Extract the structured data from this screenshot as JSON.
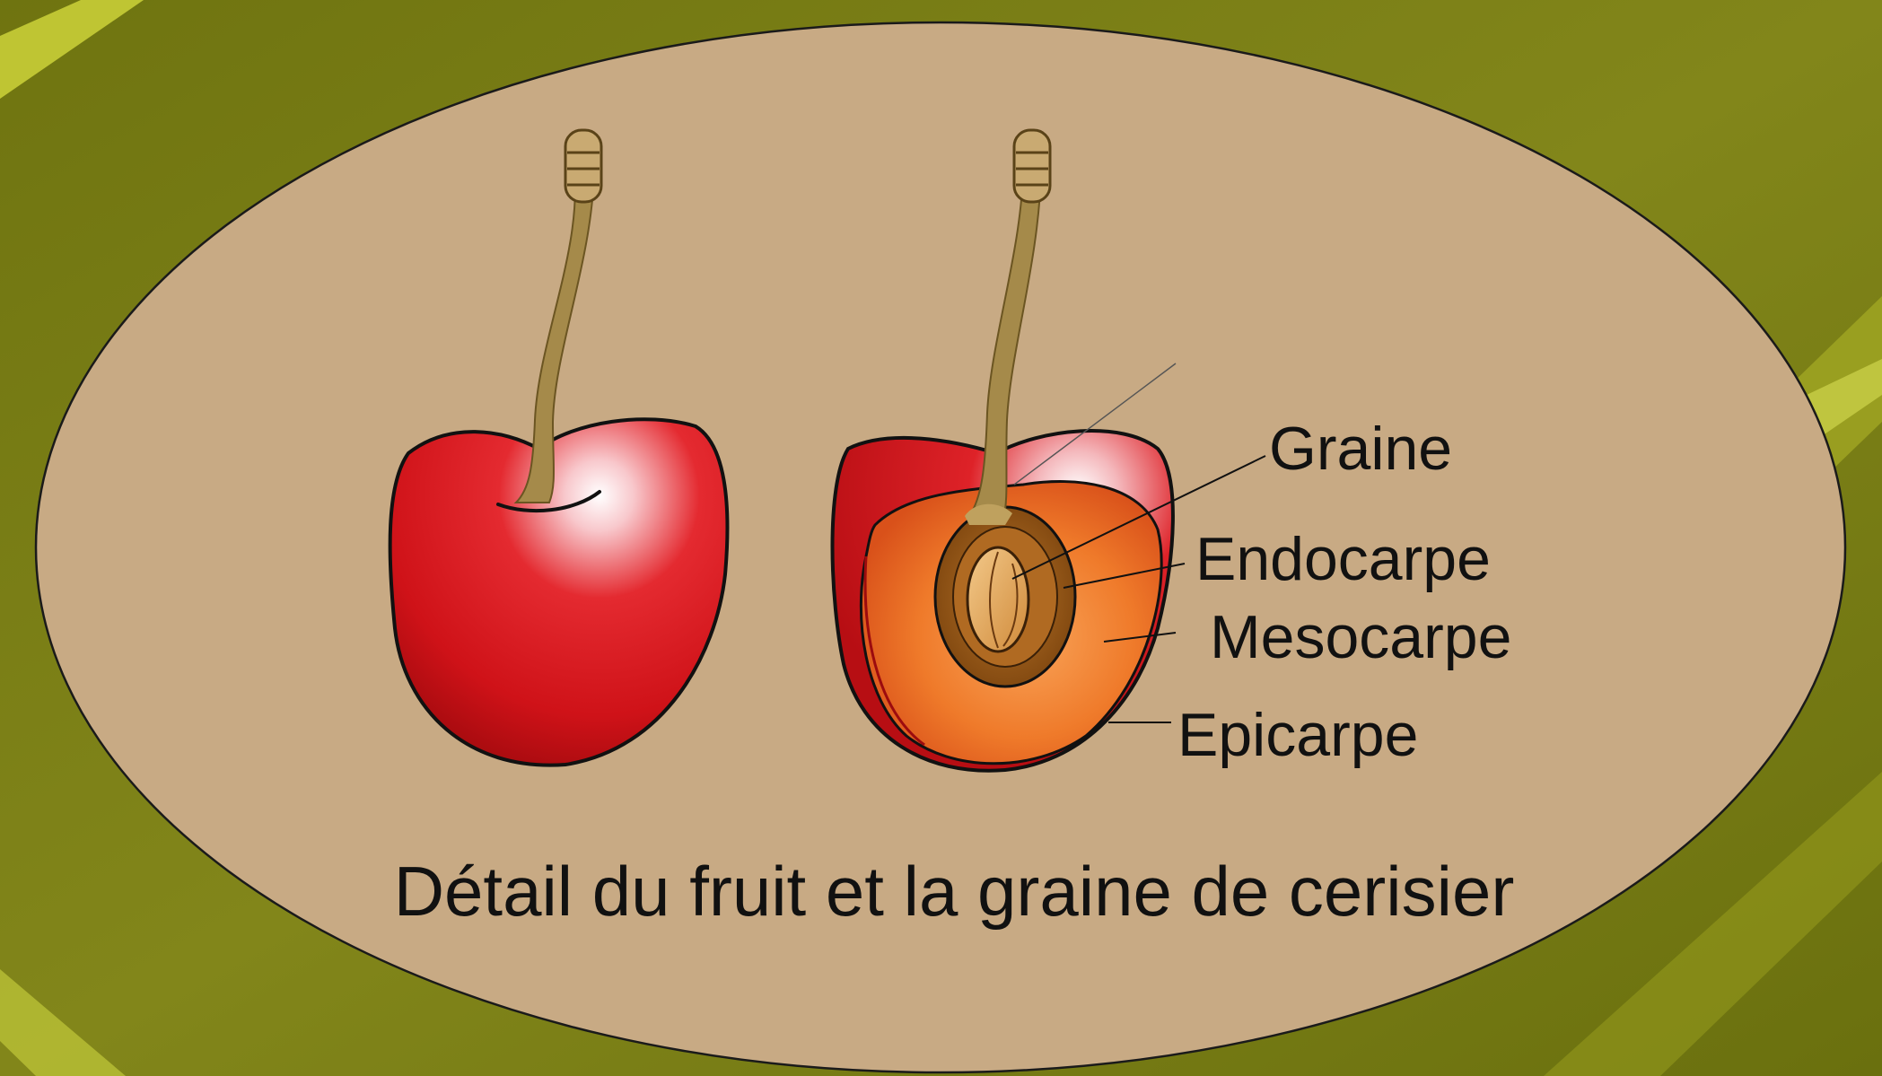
{
  "caption": "Détail du fruit et la graine de cerisier",
  "labels": {
    "graine": "Graine",
    "endocarpe": "Endocarpe",
    "mesocarpe": "Mesocarpe",
    "epicarpe": "Epicarpe"
  },
  "colors": {
    "background": "#7a7d12",
    "background_highlight": "#c8d030",
    "ellipse_fill": "#c8aa84",
    "cherry_red": "#d3161b",
    "cherry_dark": "#9c0b0e",
    "flesh_orange": "#ef7a2a",
    "pit_brown": "#8a4f10",
    "seed_tan": "#e9b065",
    "stem": "#a58a4a",
    "text": "#111111"
  },
  "icons": {
    "whole_cherry": "whole-cherry-icon",
    "cut_cherry": "cut-cherry-icon"
  }
}
